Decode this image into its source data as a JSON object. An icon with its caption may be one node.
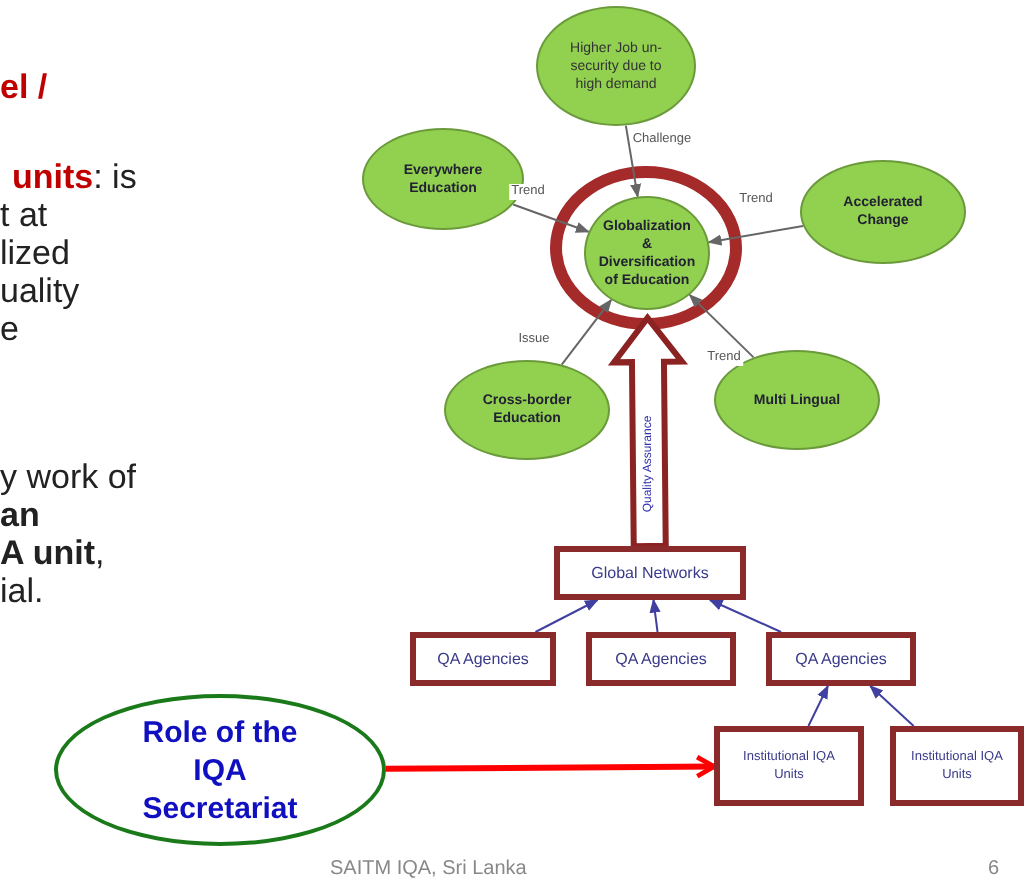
{
  "diagram": {
    "nodes": [
      {
        "text": [
          "Higher Job un-security due to high demand"
        ]
      },
      {
        "text": [
          "Everywhere Education"
        ]
      },
      {
        "text": [
          "Globalization & Diversification of Education"
        ]
      },
      {
        "text": [
          "Accelerated Change"
        ]
      },
      {
        "text": [
          "Cross-border Education"
        ]
      },
      {
        "text": [
          "Multi Lingual"
        ]
      },
      {
        "text": [
          "Global Networks"
        ]
      },
      {
        "text": [
          "QA Agencies"
        ]
      },
      {
        "text": [
          "QA Agencies"
        ]
      },
      {
        "text": [
          "QA Agencies"
        ]
      },
      {
        "text": [
          "Institutional IQA Units"
        ]
      },
      {
        "text": [
          "Institutional IQA Units"
        ]
      },
      {
        "text": [
          "Role of the IQA Secretariat"
        ]
      }
    ],
    "edges": [
      {
        "from": 0,
        "to": 2,
        "arrow": "to",
        "label": "Challenge"
      },
      {
        "from": 1,
        "to": 2,
        "arrow": "to",
        "label": "Trend"
      },
      {
        "from": 3,
        "to": 2,
        "arrow": "to",
        "label": "Trend"
      },
      {
        "from": 4,
        "to": 2,
        "arrow": "to",
        "label": "Issue"
      },
      {
        "from": 5,
        "to": 2,
        "arrow": "to",
        "label": "Trend"
      },
      {
        "from": 6,
        "to": 2,
        "arrow": "to",
        "label": "Quality Assurance",
        "style": "thick",
        "color": "#8b2323"
      },
      {
        "from": 7,
        "to": 6,
        "arrow": "to",
        "color": "#4040a0"
      },
      {
        "from": 8,
        "to": 6,
        "arrow": "to",
        "color": "#4040a0"
      },
      {
        "from": 9,
        "to": 6,
        "arrow": "to",
        "color": "#4040a0"
      },
      {
        "from": 10,
        "to": 9,
        "arrow": "to",
        "color": "#4040a0"
      },
      {
        "from": 11,
        "to": 9,
        "arrow": "to",
        "color": "#4040a0"
      },
      {
        "from": 12,
        "to": 10,
        "arrow": "to",
        "style": "thick",
        "color": "#ff0000"
      }
    ],
    "labels": [
      "el /",
      "**units**: is",
      "t at",
      "lized",
      "uality",
      "e",
      "y work of",
      "**an**",
      "**A unit**,",
      "ial.",
      "SAITM IQA, Sri Lanka",
      "6"
    ]
  }
}
